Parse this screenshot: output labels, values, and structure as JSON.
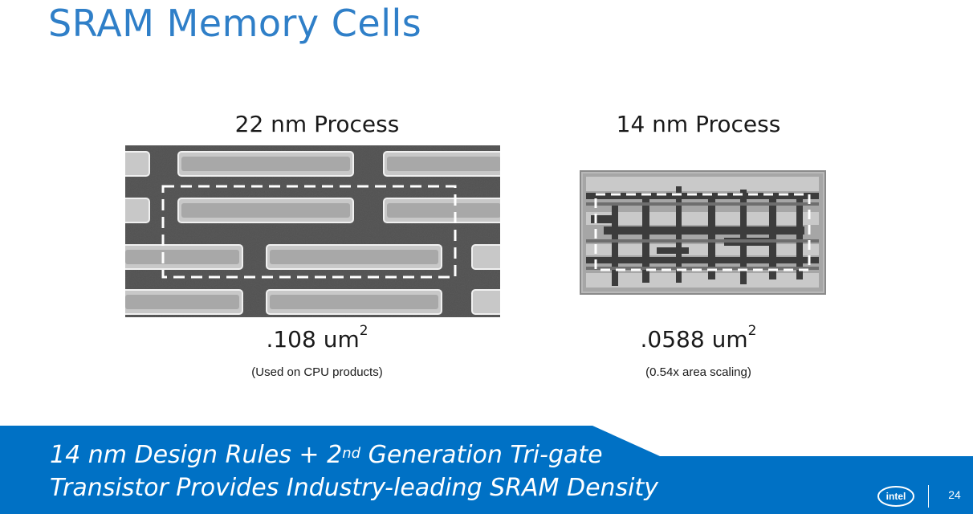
{
  "slide": {
    "title": "SRAM Memory Cells",
    "page_number": "24",
    "logo_text": "intel"
  },
  "left_panel": {
    "heading": "22 nm Process",
    "area_value": ".108 um",
    "area_exponent": "2",
    "note": "(Used on CPU products)"
  },
  "right_panel": {
    "heading": "14 nm Process",
    "area_value": ".0588 um",
    "area_exponent": "2",
    "note": "(0.54x area scaling)"
  },
  "banner": {
    "line1_pre": "14 nm Design Rules + 2",
    "line1_sup": "nd",
    "line1_post": " Generation Tri-gate",
    "line2": "Transistor Provides Industry-leading SRAM Density"
  },
  "colors": {
    "title": "#2f7fc8",
    "banner": "#0071c5",
    "banner_text": "#ffffff"
  }
}
